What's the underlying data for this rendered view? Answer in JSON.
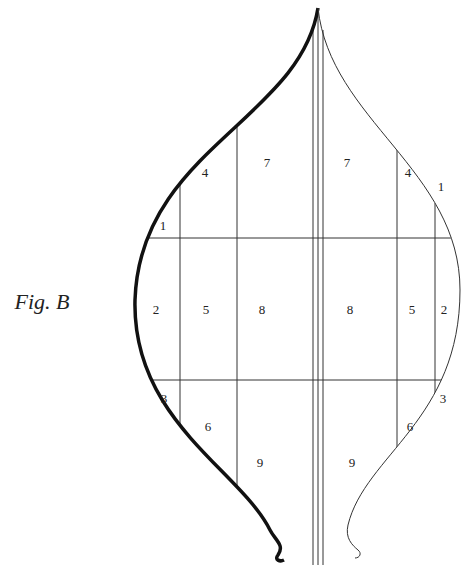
{
  "diagram": {
    "labels": [
      "Fig. B",
      "1",
      "4",
      "7",
      "7",
      "4",
      "1",
      "2",
      "5",
      "8",
      "8",
      "5",
      "2",
      "3",
      "6",
      "9",
      "9",
      "6",
      "3"
    ]
  }
}
